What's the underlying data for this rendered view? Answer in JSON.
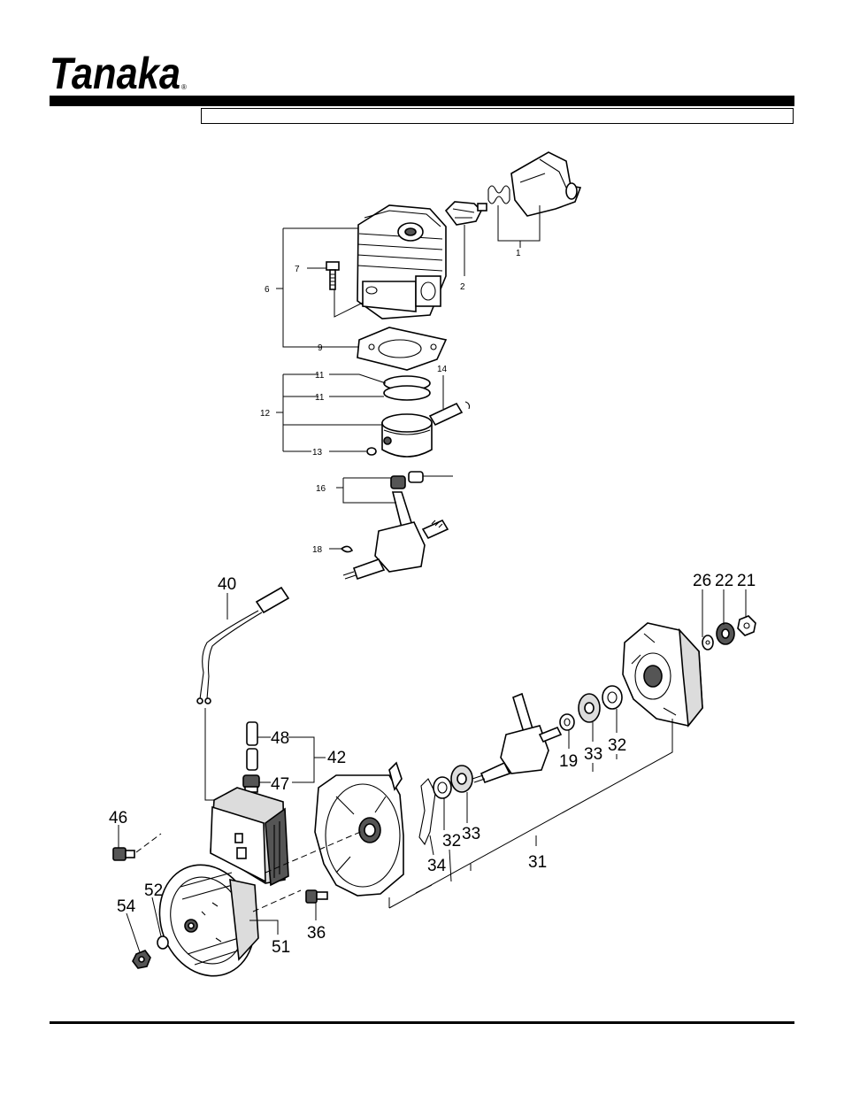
{
  "brand": {
    "logo_text": "Tanaka",
    "registered_mark": "®"
  },
  "header": {
    "title": ""
  },
  "callouts": {
    "c1": "1",
    "c2": "2",
    "c6": "6",
    "c7": "7",
    "c9": "9",
    "c11a": "11",
    "c11b": "11",
    "c12": "12",
    "c13": "13",
    "c14": "14",
    "c16": "16",
    "c18": "18",
    "c40": "40",
    "c26": "26",
    "c22": "22",
    "c21": "21",
    "c48": "48",
    "c42": "42",
    "c47": "47",
    "c19": "19",
    "c33a": "33",
    "c32a": "32",
    "c46": "46",
    "c32b": "32",
    "c33b": "33",
    "c34": "34",
    "c31": "31",
    "c54": "54",
    "c52": "52",
    "c36": "36",
    "c51": "51"
  }
}
